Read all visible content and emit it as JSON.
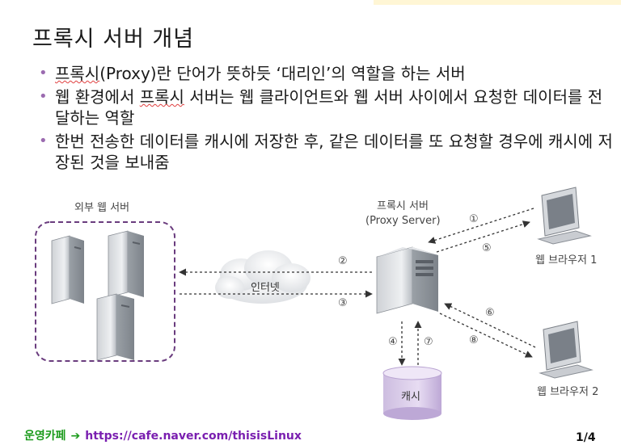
{
  "slide": {
    "title": "프록시 서버 개념",
    "bullets": [
      {
        "prefix": "",
        "wavy": "프록시",
        "rest": "(Proxy)란 단어가 뜻하듯 ‘대리인’의 역할을 하는 서버"
      },
      {
        "prefix": "웹 환경에서 ",
        "wavy": "프록시",
        "rest": " 서버는 웹 클라이언트와 웹 서버 사이에서 요청한 데이터를 전달하는 역할"
      },
      {
        "prefix": "",
        "wavy": "",
        "rest": "한번 전송한 데이터를 캐시에 저장한 후, 같은 데이터를 또 요청할 경우에 캐시에 저장된 것을 보내줌"
      }
    ]
  },
  "diagram": {
    "external_servers_label": "외부 웹 서버",
    "internet_label": "인터넷",
    "proxy_label": "프록시 서버",
    "proxy_label_en": "(Proxy Server)",
    "cache_label": "캐시",
    "browser1_label": "웹 브라우저 1",
    "browser2_label": "웹 브라우저 2",
    "steps": [
      "①",
      "②",
      "③",
      "④",
      "⑤",
      "⑥",
      "⑦",
      "⑧"
    ]
  },
  "footer": {
    "cafe_label": "운영카페",
    "arrow": "➔",
    "link": "https://cafe.naver.com/thisisLinux",
    "page": "1/4"
  }
}
